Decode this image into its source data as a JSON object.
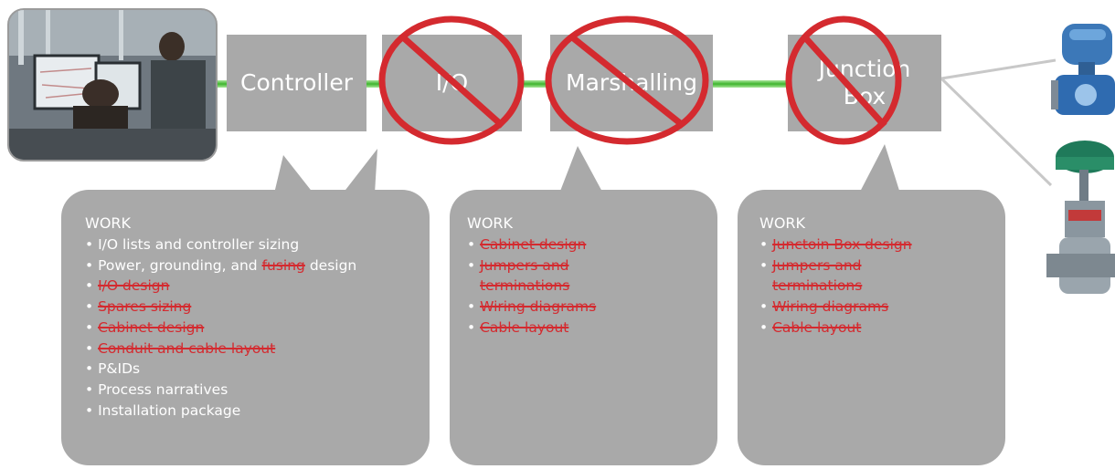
{
  "boxes": {
    "controller": "Controller",
    "io": "I/O",
    "marshalling": "Marshalling",
    "junction_line1": "Junction",
    "junction_line2": "Box"
  },
  "bubble_controller": {
    "heading": "WORK",
    "items": [
      "I/O lists and controller sizing",
      "Power, grounding, and",
      "fusing",
      "design",
      "I/O design",
      "Spares sizing",
      "Cabinet design",
      "Conduit and cable layout",
      "P&IDs",
      "Process narratives",
      "Installation package"
    ]
  },
  "bubble_marshalling": {
    "heading": "WORK",
    "items": [
      "Cabinet design",
      "Jumpers and",
      "terminations",
      "Wiring diagrams",
      "Cable layout"
    ]
  },
  "bubble_junction": {
    "heading": "WORK",
    "items": [
      "Junctoin Box design",
      "Jumpers and",
      "terminations",
      "Wiring diagrams",
      "Cable layout"
    ]
  },
  "colors": {
    "box": "#a9a9a9",
    "strike": "#d42a2f",
    "cross": "#d42a2f",
    "link": "#5cc94a"
  },
  "icons": [
    "control-room-photo",
    "transmitter-device-icon",
    "control-valve-icon"
  ]
}
